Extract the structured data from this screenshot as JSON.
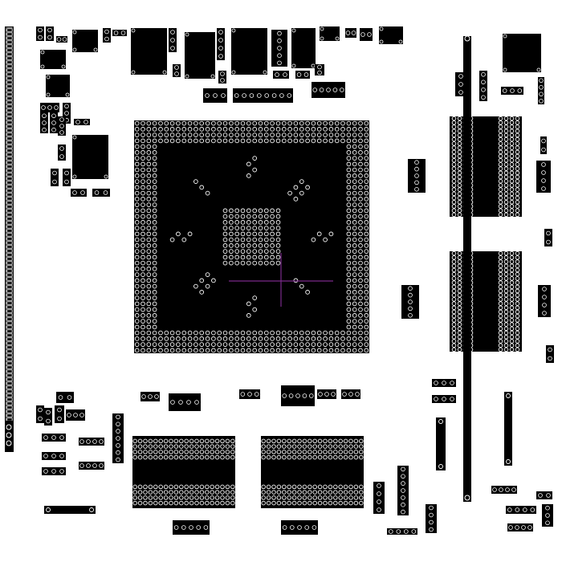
{
  "colors": {
    "background": "#ffffff",
    "copper": "#000000",
    "pad_outline": "#ffffff",
    "cursor": "#7a2a8a"
  },
  "bga": {
    "main_rows": 40,
    "main_cols": 40,
    "dense_rows": 24,
    "dense_cols": 10
  }
}
